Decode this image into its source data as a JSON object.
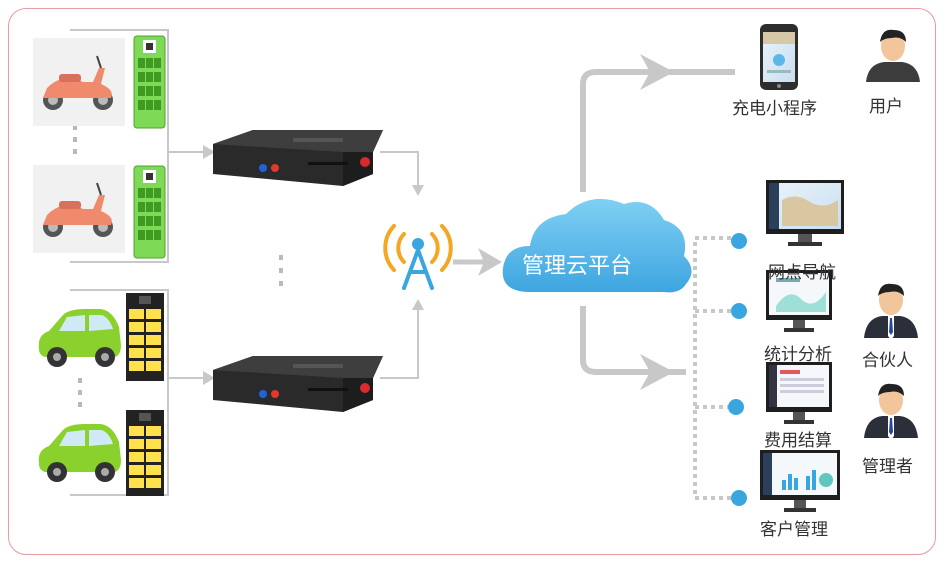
{
  "cloud": {
    "label": "管理云平台"
  },
  "mobile": {
    "app_label": "充电小程序",
    "user_label": "用户"
  },
  "functions": [
    {
      "label": "网点导航"
    },
    {
      "label": "统计分析"
    },
    {
      "label": "费用结算"
    },
    {
      "label": "客户管理"
    }
  ],
  "roles": {
    "partner": "合伙人",
    "admin": "管理者"
  },
  "colors": {
    "line": "#c8c8c8",
    "cloud": "#5bb8e6",
    "dot": "#3aa6e0",
    "frame": "#e79aa2",
    "cabinet_green": "#7ed957",
    "cabinet_yellow": "#ffe14d"
  },
  "icons": [
    "scooter-icon",
    "charging-cabinet-icon",
    "car-icon",
    "router-device-icon",
    "signal-tower-icon",
    "cloud-icon",
    "smartphone-icon",
    "user-avatar-icon",
    "monitor-icon"
  ]
}
